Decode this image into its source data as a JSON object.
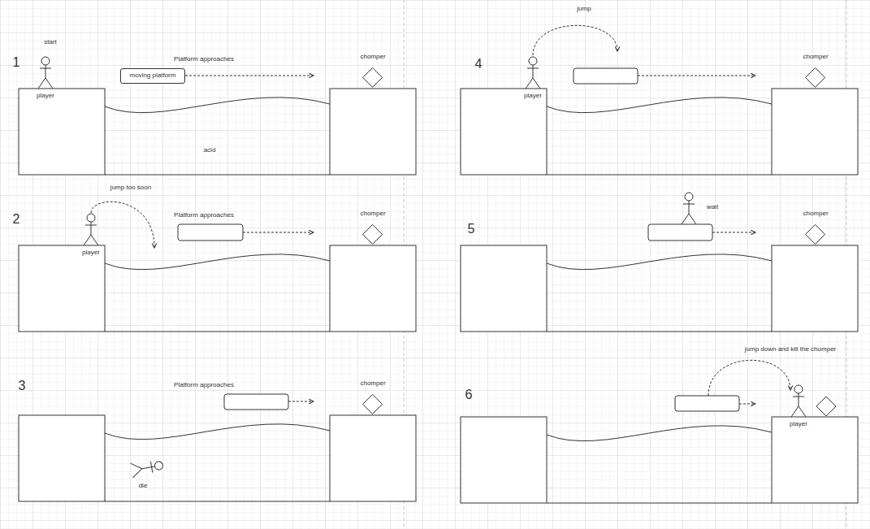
{
  "diagram": {
    "nodes": [
      {
        "text": [
          "moving platform"
        ]
      },
      {
        "text": [
          "chomper"
        ]
      },
      {
        "text": [
          "chomper"
        ]
      },
      {
        "text": [
          "chomper"
        ]
      },
      {
        "text": [
          "chomper"
        ]
      },
      {
        "text": [
          "chomper"
        ]
      }
    ],
    "labels": [
      "1",
      "start",
      "player",
      "Platform approaches",
      "acid",
      "2",
      "jump too soon",
      "player",
      "Platform approaches",
      "3",
      "Platform approaches",
      "die",
      "4",
      "jump",
      "player",
      "5",
      "wait",
      "6",
      "jump down and kill the chomper",
      "player"
    ]
  }
}
